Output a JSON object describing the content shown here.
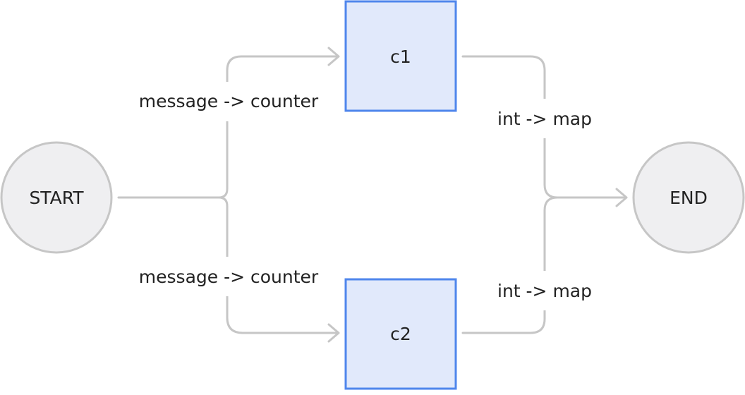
{
  "nodes": {
    "start": {
      "label": "START"
    },
    "c1": {
      "label": "c1"
    },
    "c2": {
      "label": "c2"
    },
    "end": {
      "label": "END"
    }
  },
  "edges": {
    "start_c1": {
      "label": "message -> counter"
    },
    "start_c2": {
      "label": "message -> counter"
    },
    "c1_end": {
      "label": "int -> map"
    },
    "c2_end": {
      "label": "int -> map"
    }
  },
  "colors": {
    "edge": "#c6c6c6",
    "terminal_fill": "#efeff1",
    "component_fill": "#e1e9fb",
    "component_border": "#4f86ec",
    "text": "#222222"
  }
}
